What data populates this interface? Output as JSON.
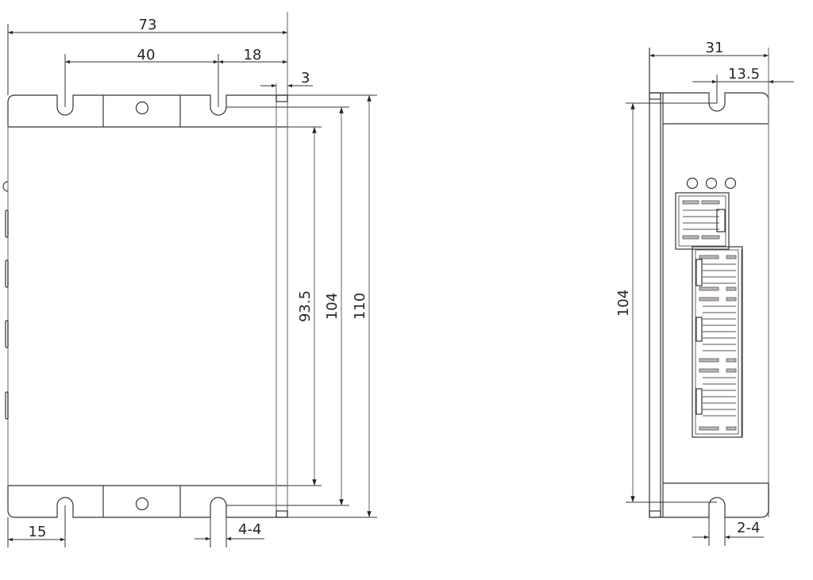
{
  "drawing": {
    "type": "mechanical-dimension-drawing",
    "colors": {
      "line": "#3a3332",
      "dim_gray": "#8a8585",
      "background": "#ffffff"
    },
    "front_view": {
      "dimensions": {
        "overall_width": "73",
        "slot_spacing": "40",
        "slot_to_edge": "18",
        "flange_thickness": "3",
        "inner_height": "93.5",
        "slot_pitch_height": "104",
        "overall_height": "110",
        "left_slot_offset": "15",
        "slot_width": "4-4"
      }
    },
    "side_view": {
      "dimensions": {
        "overall_depth": "31",
        "slot_offset": "13.5",
        "slot_pitch_height": "104",
        "slot_width": "2-4"
      },
      "indicators": [
        "led-1",
        "led-2",
        "led-3"
      ],
      "connectors": [
        "connector-top",
        "connector-1",
        "connector-2",
        "connector-3"
      ]
    }
  }
}
